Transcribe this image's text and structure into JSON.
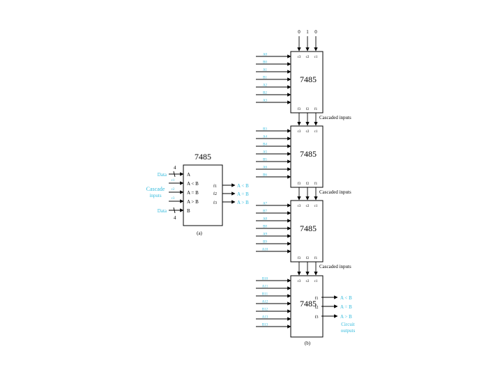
{
  "colors": {
    "line": "#000000",
    "label": "#000000",
    "signal": "#33bbdd"
  },
  "diagram_a": {
    "chip": "7485",
    "caption": "(a)",
    "bus_width_a": "4",
    "bus_width_b": "4",
    "left_labels": [
      "Data",
      "Cascade",
      "inputs",
      "Data"
    ],
    "cascade_small": [
      "c1",
      "c2",
      "c3"
    ],
    "pins": [
      "A",
      "A < B",
      "A = B",
      "A > B",
      "B"
    ],
    "out_pins": [
      "f1",
      "f2",
      "f3"
    ],
    "outputs": [
      "A < B",
      "A = B",
      "A > B"
    ]
  },
  "diagram_b": {
    "caption": "(b)",
    "top_inputs": [
      "0",
      "1",
      "0"
    ],
    "cascade_label": "Cascaded inputs",
    "c_pins": [
      "c3",
      "c2",
      "c1"
    ],
    "f_pins": [
      "f3",
      "f2",
      "f1"
    ],
    "chips": [
      {
        "name": "7485",
        "inputs": [
          "A0",
          "B0",
          "A1",
          "B1",
          "A2",
          "B2",
          "A3"
        ]
      },
      {
        "name": "7485",
        "inputs": [
          "B3",
          "A4",
          "B4",
          "A5",
          "B5",
          "A6",
          "B6"
        ]
      },
      {
        "name": "7485",
        "inputs": [
          "A7",
          "B7",
          "A8",
          "B8",
          "A9",
          "B9",
          "A10"
        ]
      },
      {
        "name": "7485",
        "inputs": [
          "B10",
          "A11",
          "B11",
          "A12",
          "B12",
          "A13",
          "B13"
        ]
      }
    ],
    "outputs": [
      "A < B",
      "A = B",
      "A > B"
    ],
    "output_pins": [
      "f1",
      "f2",
      "f3"
    ],
    "circuit_outputs": [
      "Circuit",
      "outputs"
    ]
  }
}
